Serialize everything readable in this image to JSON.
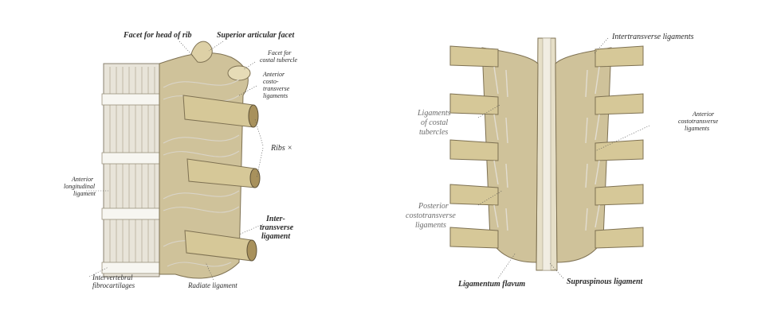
{
  "left_figure": {
    "labels": {
      "facet_head_rib": "Facet for head of rib",
      "superior_articular_facet": "Superior articular facet",
      "facet_costal_tubercle_1": "Facet for",
      "facet_costal_tubercle_2": "costal tubercle",
      "anterior_costotransverse_1": "Anterior",
      "anterior_costotransverse_2": "costo-",
      "anterior_costotransverse_3": "transverse",
      "anterior_costotransverse_4": "ligaments",
      "ribs": "Ribs ×",
      "anterior_longitudinal_1": "Anterior",
      "anterior_longitudinal_2": "longitudinal",
      "anterior_longitudinal_3": "ligament",
      "intertransverse_1": "Inter-",
      "intertransverse_2": "transverse",
      "intertransverse_3": "ligament",
      "intervertebral_1": "Intervertebral",
      "intervertebral_2": "fibrocartilages",
      "radiate": "Radiate ligament"
    }
  },
  "right_figure": {
    "labels": {
      "intertransverse": "Intertransverse ligaments",
      "costal_tubercles_1": "Ligaments",
      "costal_tubercles_2": "of costal",
      "costal_tubercles_3": "tubercles",
      "anterior_costotransverse_1": "Anterior",
      "anterior_costotransverse_2": "costotransverse",
      "anterior_costotransverse_3": "ligaments",
      "posterior_costotransverse_1": "Posterior",
      "posterior_costotransverse_2": "costotransverse",
      "posterior_costotransverse_3": "ligaments",
      "ligamentum_flavum": "Ligamentum flavum",
      "supraspinous": "Supraspinous ligament"
    }
  },
  "colors": {
    "bone": "#d9c99a",
    "bone_dark": "#a8915c",
    "ligament": "#e9e6df",
    "ligament_shadow": "#b9b3a6",
    "cartilage": "#f1efe9"
  }
}
